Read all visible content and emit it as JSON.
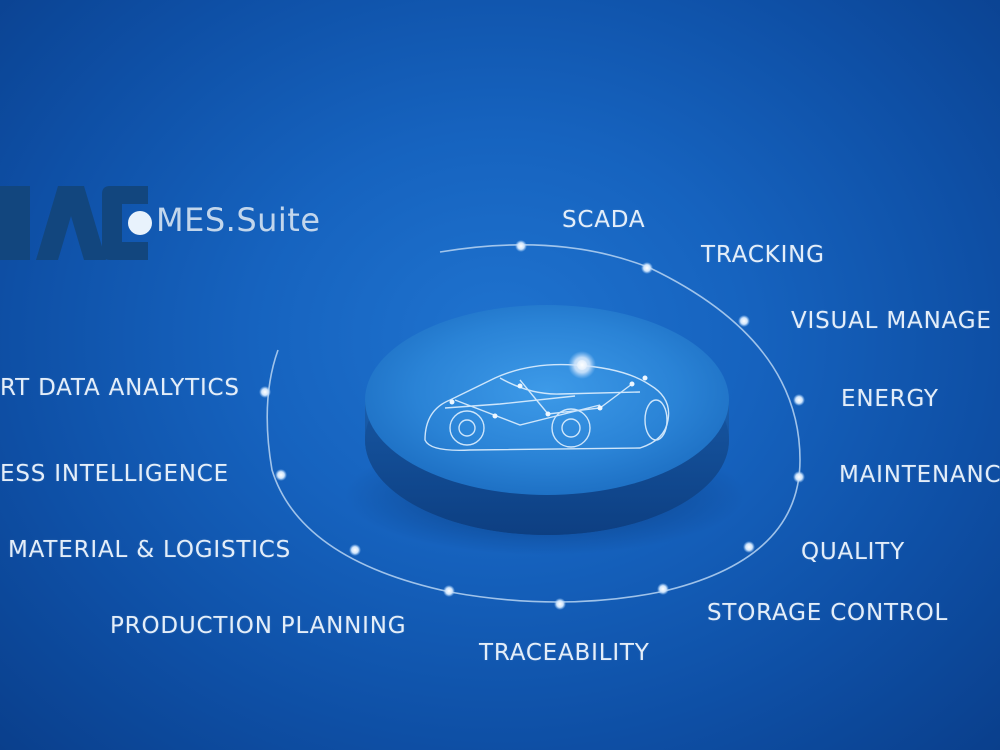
{
  "brand": {
    "logo_icon": "cac-logo",
    "suite_name": "MES.Suite"
  },
  "center": {
    "icon": "car-wireframe-icon"
  },
  "modules_right": [
    "SCADA",
    "TRACKING",
    "VISUAL MANAGE",
    "ENERGY",
    "MAINTENANC",
    "QUALITY",
    "STORAGE CONTROL"
  ],
  "modules_bottom": [
    "TRACEABILITY",
    "PRODUCTION PLANNING"
  ],
  "modules_left": [
    "MATERIAL & LOGISTICS",
    "ESS INTELLIGENCE",
    "RT DATA ANALYTICS"
  ],
  "colors": {
    "background": "#1663bf",
    "logo": "#12467e",
    "text": "#e4eef9",
    "node": "#d7e8fb"
  }
}
